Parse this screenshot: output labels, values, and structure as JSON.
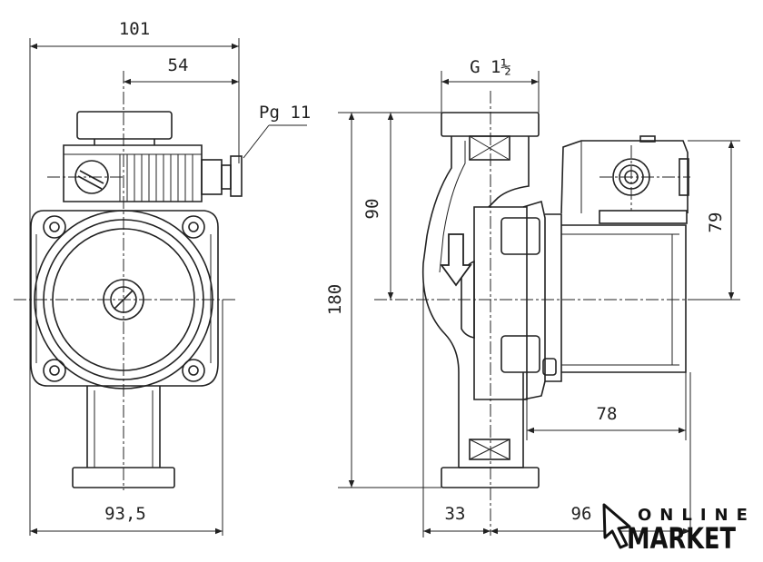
{
  "dimensions": {
    "width_top": "101",
    "offset_top": "54",
    "cable_gland": "Pg 11",
    "width_bottom": "93,5",
    "thread": "G 1½",
    "height_total": "180",
    "height_upper": "90",
    "motor_height": "79",
    "motor_length": "78",
    "front_depth": "33",
    "rear_depth": "96"
  },
  "logo": {
    "line1": "ONLINE",
    "line2": "MARKET"
  },
  "icons": {
    "logo": "cursor-arrow-icon",
    "flow": "flow-arrow-icon"
  },
  "colors": {
    "line": "#222222",
    "background": "#ffffff"
  }
}
